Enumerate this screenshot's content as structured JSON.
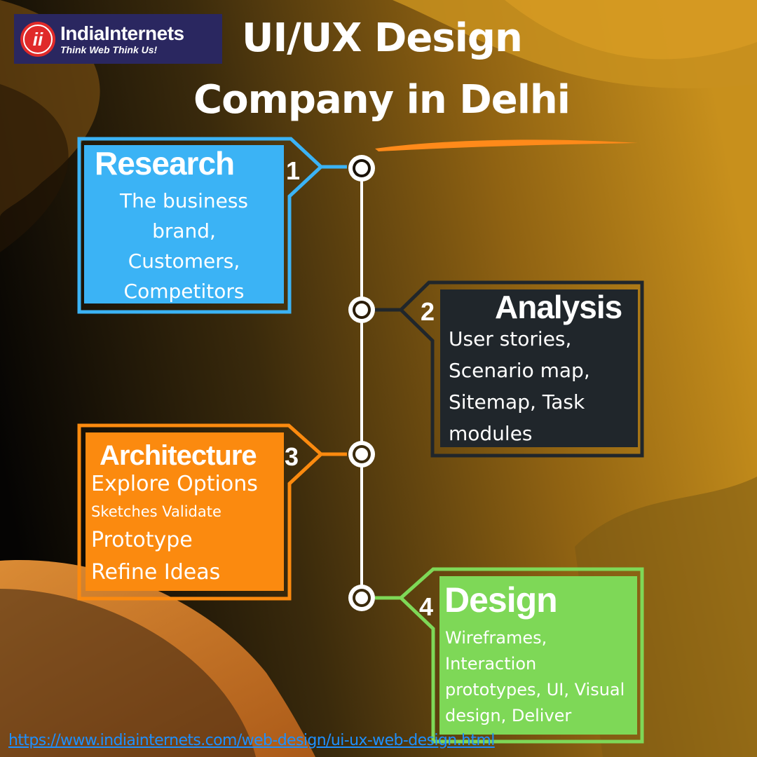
{
  "brand": {
    "logo_initials": "ii",
    "name": "IndiaInternets",
    "tagline": "Think Web Think Us!"
  },
  "title": {
    "line1": "UI/UX Design",
    "line2": "Company in Delhi"
  },
  "steps": [
    {
      "number": "1",
      "heading": "Research",
      "lines": [
        "The business",
        "brand,",
        "Customers,",
        "Competitors"
      ]
    },
    {
      "number": "2",
      "heading": "Analysis",
      "lines": [
        "User stories,",
        "Scenario map,",
        "Sitemap, Task",
        "modules"
      ]
    },
    {
      "number": "3",
      "heading": "Architecture",
      "lines": [
        "Explore Options",
        "Sketches Validate",
        "Prototype",
        "Refine Ideas"
      ]
    },
    {
      "number": "4",
      "heading": "Design",
      "lines": [
        "Wireframes,",
        "Interaction",
        "prototypes, UI, Visual",
        "design, Deliver"
      ]
    }
  ],
  "footer": {
    "url": "https://www.indiainternets.com/web-design/ui-ux-web-design.html"
  },
  "colors": {
    "research": "#3bb3f5",
    "analysis": "#20262b",
    "architecture": "#fb8a0f",
    "design": "#7ed857",
    "logo_bg": "#2a2760",
    "accent_swoosh": "#ff8a1a",
    "link": "#1e90ff"
  },
  "icons": [
    "timeline-node-icon",
    "logo-mark-icon"
  ]
}
